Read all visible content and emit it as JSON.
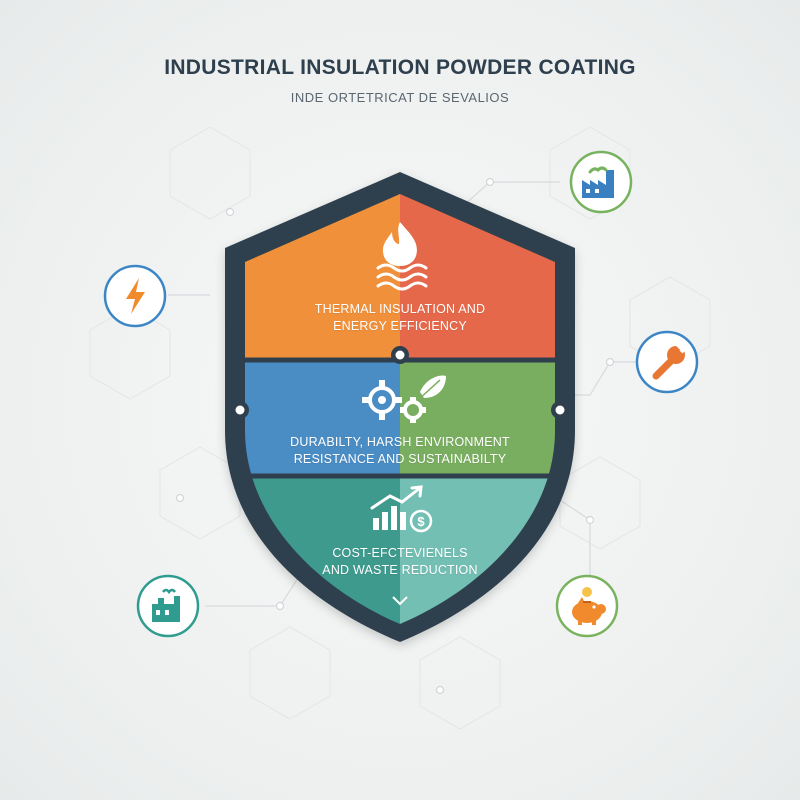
{
  "header": {
    "title": "INDUSTRIAL INSULATION POWDER COATING",
    "subtitle": "INDE ORTETRICAT DE SEVALIOS"
  },
  "shield": {
    "segments": [
      {
        "lines": [
          "THERMAL INSULATION AND",
          "ENERGY EFFICIENCY"
        ],
        "icon": "flame-icon",
        "colors": [
          "#f0903a",
          "#e5684a"
        ]
      },
      {
        "lines": [
          "DURABILTY, HARSH ENVIRONMENT",
          "RESISTANCE AND SUSTAINABILTY"
        ],
        "icon": "gears-leaf-icon",
        "colors": [
          "#4a8cc4",
          "#79ad5f"
        ]
      },
      {
        "lines": [
          "COST-EFCTEVIENELS",
          "AND WASTE REDUCTION"
        ],
        "icon": "chart-dollar-icon",
        "colors": [
          "#3f9a8e",
          "#73bfb4"
        ]
      }
    ],
    "border_color": "#2f3f4e"
  },
  "satellites": [
    {
      "name": "factory-icon",
      "ring": "#77b35f"
    },
    {
      "name": "lightning-icon",
      "ring": "#3d86c6"
    },
    {
      "name": "wrench-icon",
      "ring": "#e87734"
    },
    {
      "name": "industrial-plant-icon",
      "ring": "#2f9c8f"
    },
    {
      "name": "piggy-bank-icon",
      "ring": "#7ab35e"
    }
  ]
}
